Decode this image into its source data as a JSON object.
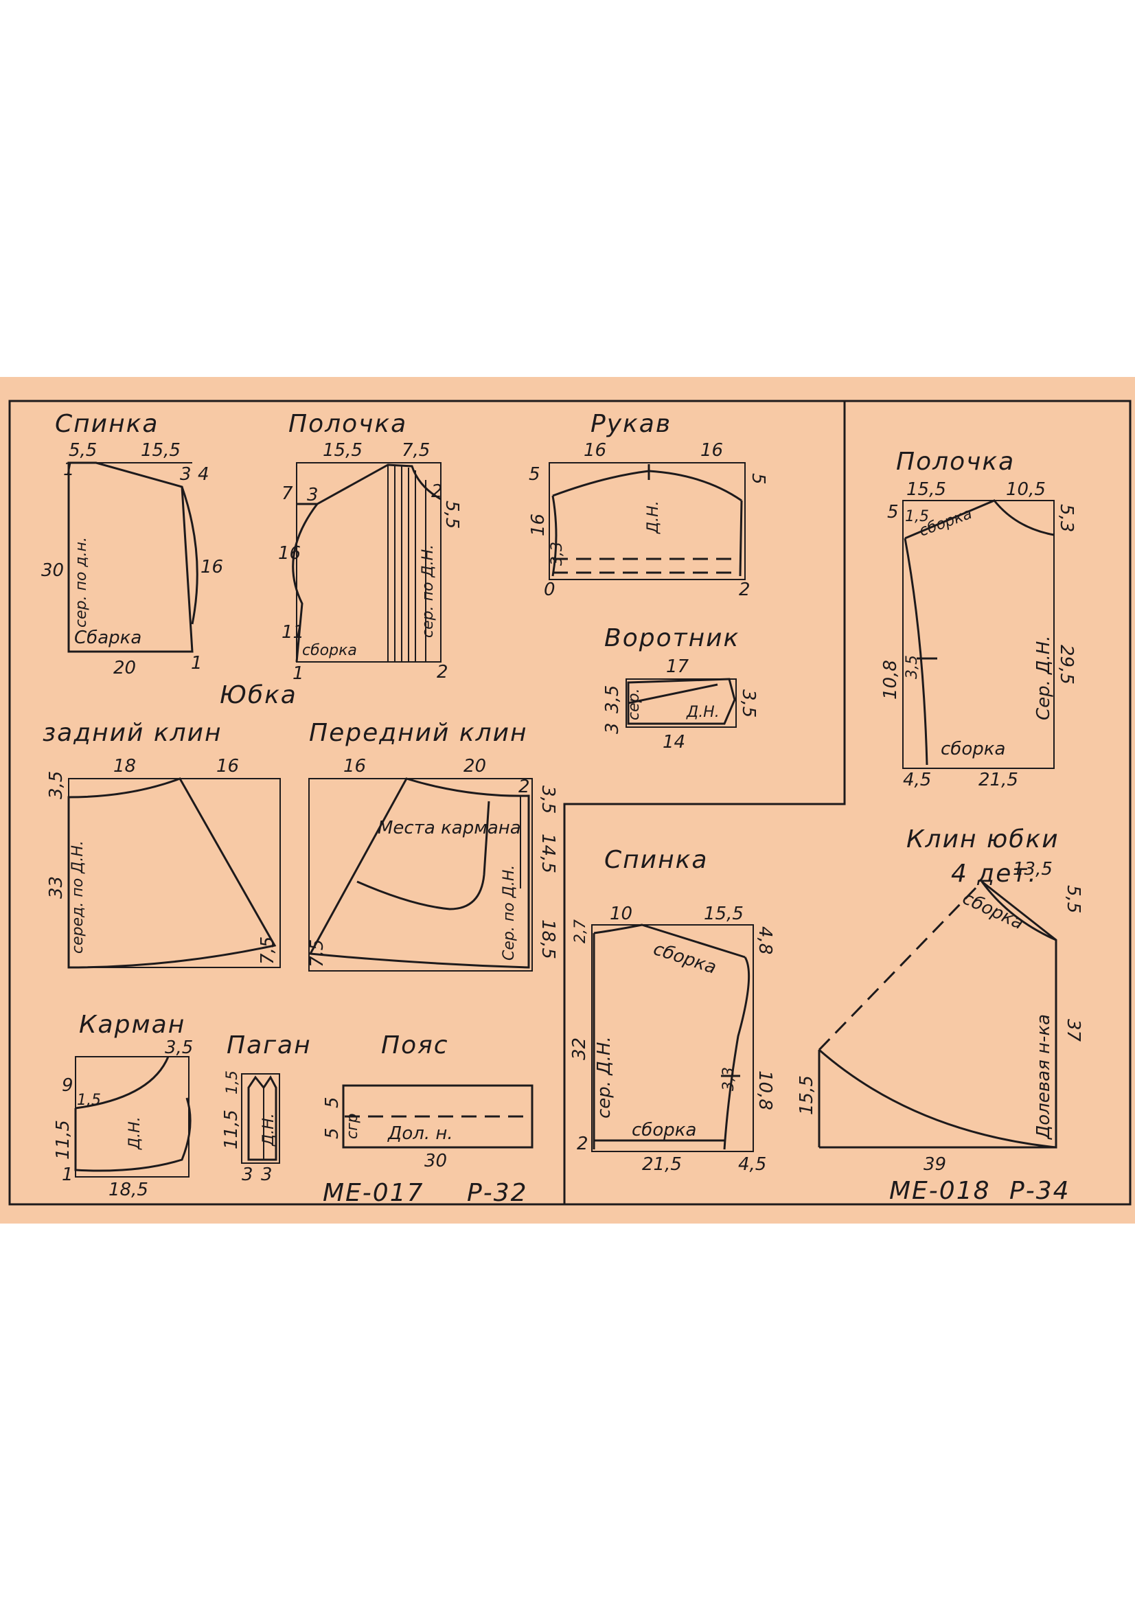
{
  "left_panel": {
    "back_bodice": {
      "title": "Спинка",
      "dims": [
        "1",
        "5,5",
        "15,5",
        "3",
        "4",
        "16",
        "30",
        "20",
        "1"
      ],
      "labels": [
        "сер. по д.н.",
        "Сбарка"
      ]
    },
    "front_bodice": {
      "title": "Полочка",
      "dims": [
        "15,5",
        "7,5",
        "5,5",
        "7",
        "3",
        "16",
        "11",
        "2",
        "1",
        "2"
      ],
      "labels": [
        "сер. по Д.Н.",
        "сборка"
      ]
    },
    "sleeve": {
      "title": "Рукав",
      "dims": [
        "16",
        "16",
        "5",
        "5",
        "16",
        "3,3",
        "0",
        "2"
      ],
      "labels": [
        "Д.Н."
      ]
    },
    "collar": {
      "title": "Воротник",
      "dims": [
        "17",
        "3,5",
        "3",
        "3,5",
        "14"
      ],
      "labels": [
        "сер.",
        "Д.Н."
      ]
    },
    "skirt": {
      "title": "Юбка",
      "back_gore": {
        "title": "задний клин",
        "dims": [
          "18",
          "16",
          "3,5",
          "33",
          "7,5"
        ],
        "labels": [
          "серед. по Д.Н."
        ]
      },
      "front_gore": {
        "title": "Передний клин",
        "dims": [
          "16",
          "20",
          "2",
          "3,5",
          "14,5",
          "18,5",
          "7,5"
        ],
        "labels": [
          "Места кармана",
          "Сер. по Д.Н."
        ]
      }
    },
    "pocket": {
      "title": "Карман",
      "dims": [
        "3,5",
        "9",
        "1,5",
        "11,5",
        "1",
        "18,5"
      ],
      "labels": [
        "Д.Н."
      ]
    },
    "strap": {
      "title": "Паган",
      "dims": [
        "1,5",
        "11,5",
        "3",
        "3"
      ],
      "labels": [
        "Д.Н."
      ]
    },
    "belt": {
      "title": "Пояс",
      "dims": [
        "5",
        "5",
        "30"
      ],
      "labels": [
        "сгр",
        "Дол. н."
      ]
    },
    "code": "МЕ-017",
    "page": "Р-32"
  },
  "right_top": {
    "title": "Полочка",
    "dims": [
      "15,5",
      "10,5",
      "5",
      "1,5",
      "5,3",
      "29,5",
      "10,8",
      "3,5",
      "4,5",
      "21,5"
    ],
    "labels": [
      "сборка",
      "Сер. Д.Н.",
      "сборка"
    ]
  },
  "gore_label": {
    "title": "Клин юбки",
    "count": "4 дет."
  },
  "right_back": {
    "title": "Спинка",
    "dims": [
      "10",
      "15,5",
      "2,7",
      "4,8",
      "32",
      "3,3",
      "10,8",
      "2",
      "21,5",
      "4,5"
    ],
    "labels": [
      "сборка",
      "сер. Д.Н.",
      "сборка"
    ]
  },
  "skirt_gore": {
    "dims": [
      "13,5",
      "5,5",
      "37",
      "15,5",
      "39"
    ],
    "labels": [
      "сборка",
      "Долевая н-ка"
    ]
  },
  "footer_right": {
    "code": "МЕ-018",
    "page": "Р-34"
  },
  "colors": {
    "paper": "#f7c9a5",
    "ink": "#1d1a1c",
    "page": "#ffffff"
  }
}
